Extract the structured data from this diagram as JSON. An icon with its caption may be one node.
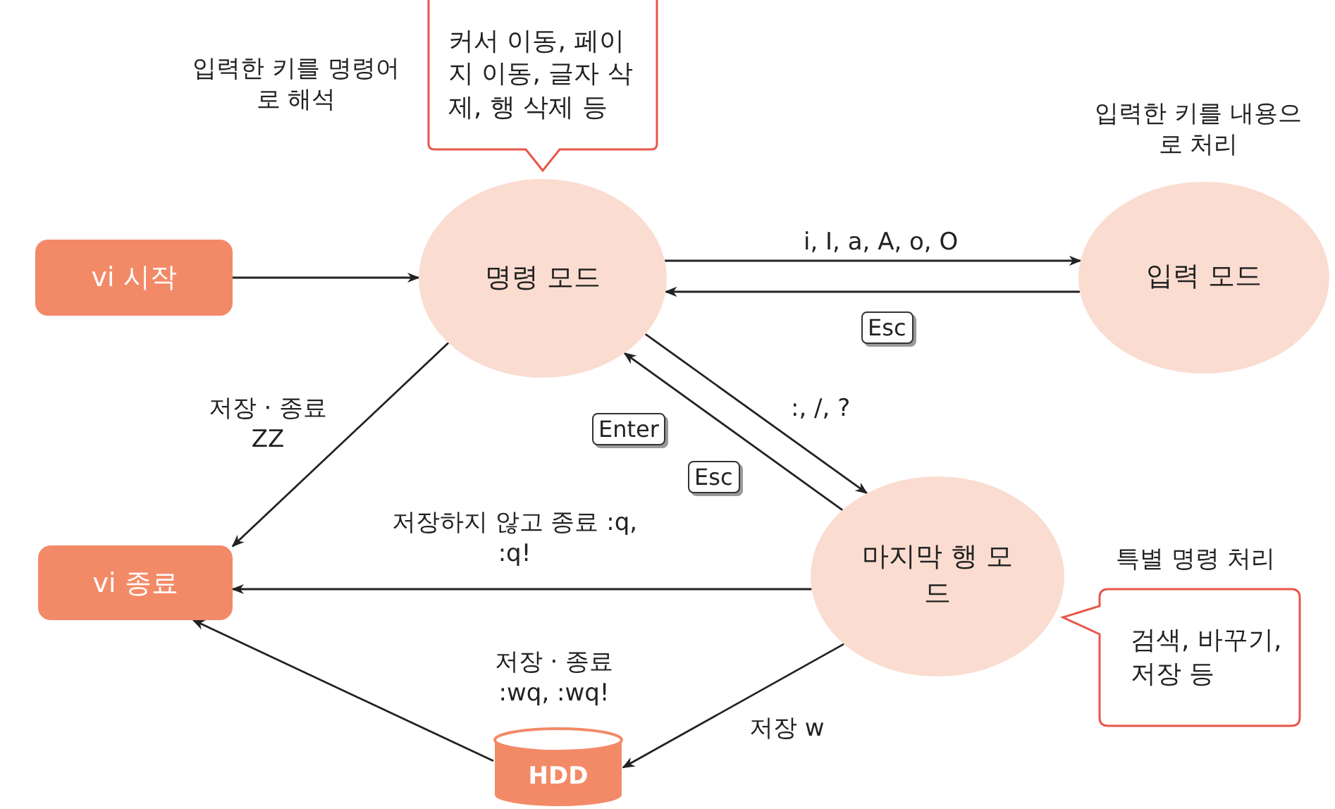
{
  "diagram": {
    "nodes": [
      {
        "text": [
          "vi 시작"
        ]
      },
      {
        "text": [
          "명령 모드"
        ]
      },
      {
        "text": [
          "입력 모드"
        ]
      },
      {
        "text": [
          "마지막 행 모드"
        ]
      },
      {
        "text": [
          "vi 종료"
        ]
      },
      {
        "text": [
          "HDD"
        ]
      },
      {
        "text": [
          "커서 이동, 페이지 이동, 글자 삭제, 행 삭제 등"
        ]
      },
      {
        "text": [
          "검색, 바꾸기, 저장 등"
        ]
      }
    ],
    "edges": [
      {
        "from": 0,
        "to": 1,
        "arrow": "to"
      },
      {
        "from": 1,
        "to": 2,
        "arrow": "to",
        "label": "i, I, a, A, o, O"
      },
      {
        "from": 2,
        "to": 1,
        "arrow": "to",
        "label": "Esc"
      },
      {
        "from": 1,
        "to": 3,
        "arrow": "to",
        "label": ":, /, ?"
      },
      {
        "from": 3,
        "to": 1,
        "arrow": "to",
        "label": "Enter"
      },
      {
        "from": 1,
        "to": 4,
        "arrow": "to",
        "label": "저장 · 종료 ZZ"
      },
      {
        "from": 3,
        "to": 4,
        "arrow": "to",
        "label": "저장하지 않고 종료 :q, :q!"
      },
      {
        "from": 3,
        "to": 5,
        "arrow": "to",
        "label": "저장 w"
      },
      {
        "from": 5,
        "to": 4,
        "arrow": "to",
        "label": "저장 · 종료 :wq, :wq!"
      }
    ],
    "labels": [
      "입력한 키를 명령어로 해석",
      "입력한 키를 내용으로 처리",
      "Esc",
      "특별 명령 처리"
    ]
  }
}
